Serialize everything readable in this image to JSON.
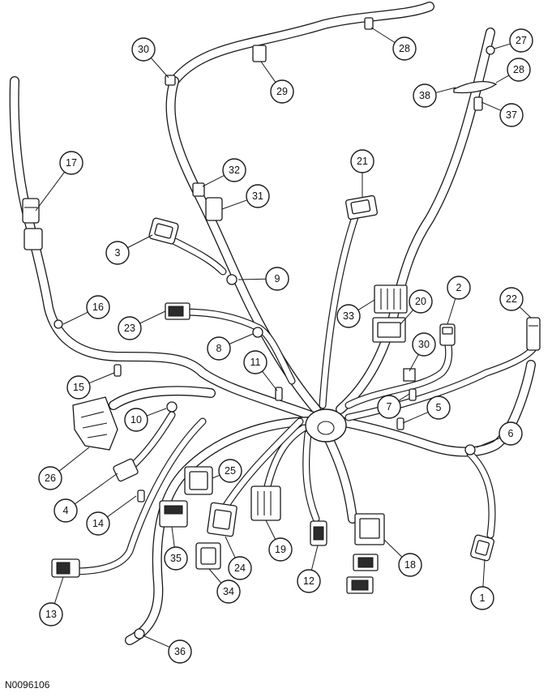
{
  "figure_id": "N0096106",
  "callouts": [
    {
      "label": "1"
    },
    {
      "label": "2"
    },
    {
      "label": "3"
    },
    {
      "label": "4"
    },
    {
      "label": "5"
    },
    {
      "label": "6"
    },
    {
      "label": "7"
    },
    {
      "label": "8"
    },
    {
      "label": "9"
    },
    {
      "label": "10"
    },
    {
      "label": "11"
    },
    {
      "label": "12"
    },
    {
      "label": "13"
    },
    {
      "label": "14"
    },
    {
      "label": "15"
    },
    {
      "label": "16"
    },
    {
      "label": "17"
    },
    {
      "label": "18"
    },
    {
      "label": "19"
    },
    {
      "label": "20"
    },
    {
      "label": "21"
    },
    {
      "label": "22"
    },
    {
      "label": "23"
    },
    {
      "label": "24"
    },
    {
      "label": "25"
    },
    {
      "label": "26"
    },
    {
      "label": "27"
    },
    {
      "label": "28"
    },
    {
      "label": "28"
    },
    {
      "label": "29"
    },
    {
      "label": "30"
    },
    {
      "label": "30"
    },
    {
      "label": "31"
    },
    {
      "label": "32"
    },
    {
      "label": "33"
    },
    {
      "label": "34"
    },
    {
      "label": "35"
    },
    {
      "label": "36"
    },
    {
      "label": "37"
    },
    {
      "label": "38"
    }
  ]
}
